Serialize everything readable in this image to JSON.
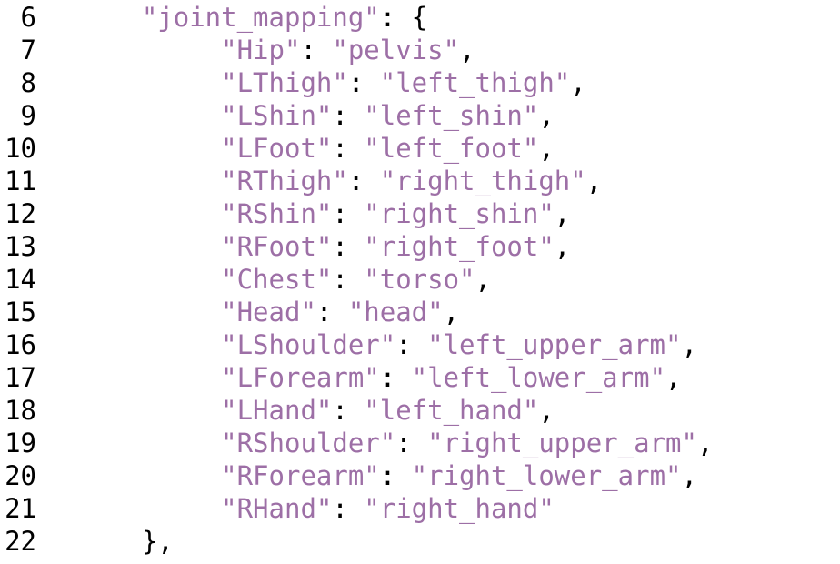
{
  "lines": [
    {
      "num": "6",
      "indent": "    ",
      "key": "\"joint_mapping\"",
      "sep": ": ",
      "val": "",
      "tail": "{"
    },
    {
      "num": "7",
      "indent": "         ",
      "key": "\"Hip\"",
      "sep": ": ",
      "val": "\"pelvis\"",
      "tail": ","
    },
    {
      "num": "8",
      "indent": "         ",
      "key": "\"LThigh\"",
      "sep": ": ",
      "val": "\"left_thigh\"",
      "tail": ","
    },
    {
      "num": "9",
      "indent": "         ",
      "key": "\"LShin\"",
      "sep": ": ",
      "val": "\"left_shin\"",
      "tail": ","
    },
    {
      "num": "10",
      "indent": "         ",
      "key": "\"LFoot\"",
      "sep": ": ",
      "val": "\"left_foot\"",
      "tail": ","
    },
    {
      "num": "11",
      "indent": "         ",
      "key": "\"RThigh\"",
      "sep": ": ",
      "val": "\"right_thigh\"",
      "tail": ","
    },
    {
      "num": "12",
      "indent": "         ",
      "key": "\"RShin\"",
      "sep": ": ",
      "val": "\"right_shin\"",
      "tail": ","
    },
    {
      "num": "13",
      "indent": "         ",
      "key": "\"RFoot\"",
      "sep": ": ",
      "val": "\"right_foot\"",
      "tail": ","
    },
    {
      "num": "14",
      "indent": "         ",
      "key": "\"Chest\"",
      "sep": ": ",
      "val": "\"torso\"",
      "tail": ","
    },
    {
      "num": "15",
      "indent": "         ",
      "key": "\"Head\"",
      "sep": ": ",
      "val": "\"head\"",
      "tail": ","
    },
    {
      "num": "16",
      "indent": "         ",
      "key": "\"LShoulder\"",
      "sep": ": ",
      "val": "\"left_upper_arm\"",
      "tail": ","
    },
    {
      "num": "17",
      "indent": "         ",
      "key": "\"LForearm\"",
      "sep": ": ",
      "val": "\"left_lower_arm\"",
      "tail": ","
    },
    {
      "num": "18",
      "indent": "         ",
      "key": "\"LHand\"",
      "sep": ": ",
      "val": "\"left_hand\"",
      "tail": ","
    },
    {
      "num": "19",
      "indent": "         ",
      "key": "\"RShoulder\"",
      "sep": ": ",
      "val": "\"right_upper_arm\"",
      "tail": ","
    },
    {
      "num": "20",
      "indent": "         ",
      "key": "\"RForearm\"",
      "sep": ": ",
      "val": "\"right_lower_arm\"",
      "tail": ","
    },
    {
      "num": "21",
      "indent": "         ",
      "key": "\"RHand\"",
      "sep": ": ",
      "val": "\"right_hand\"",
      "tail": ""
    },
    {
      "num": "22",
      "indent": "    ",
      "key": "",
      "sep": "",
      "val": "",
      "tail": "},"
    }
  ],
  "colors": {
    "string": "#9d6fa6",
    "punctuation": "#000000",
    "background": "#ffffff"
  }
}
